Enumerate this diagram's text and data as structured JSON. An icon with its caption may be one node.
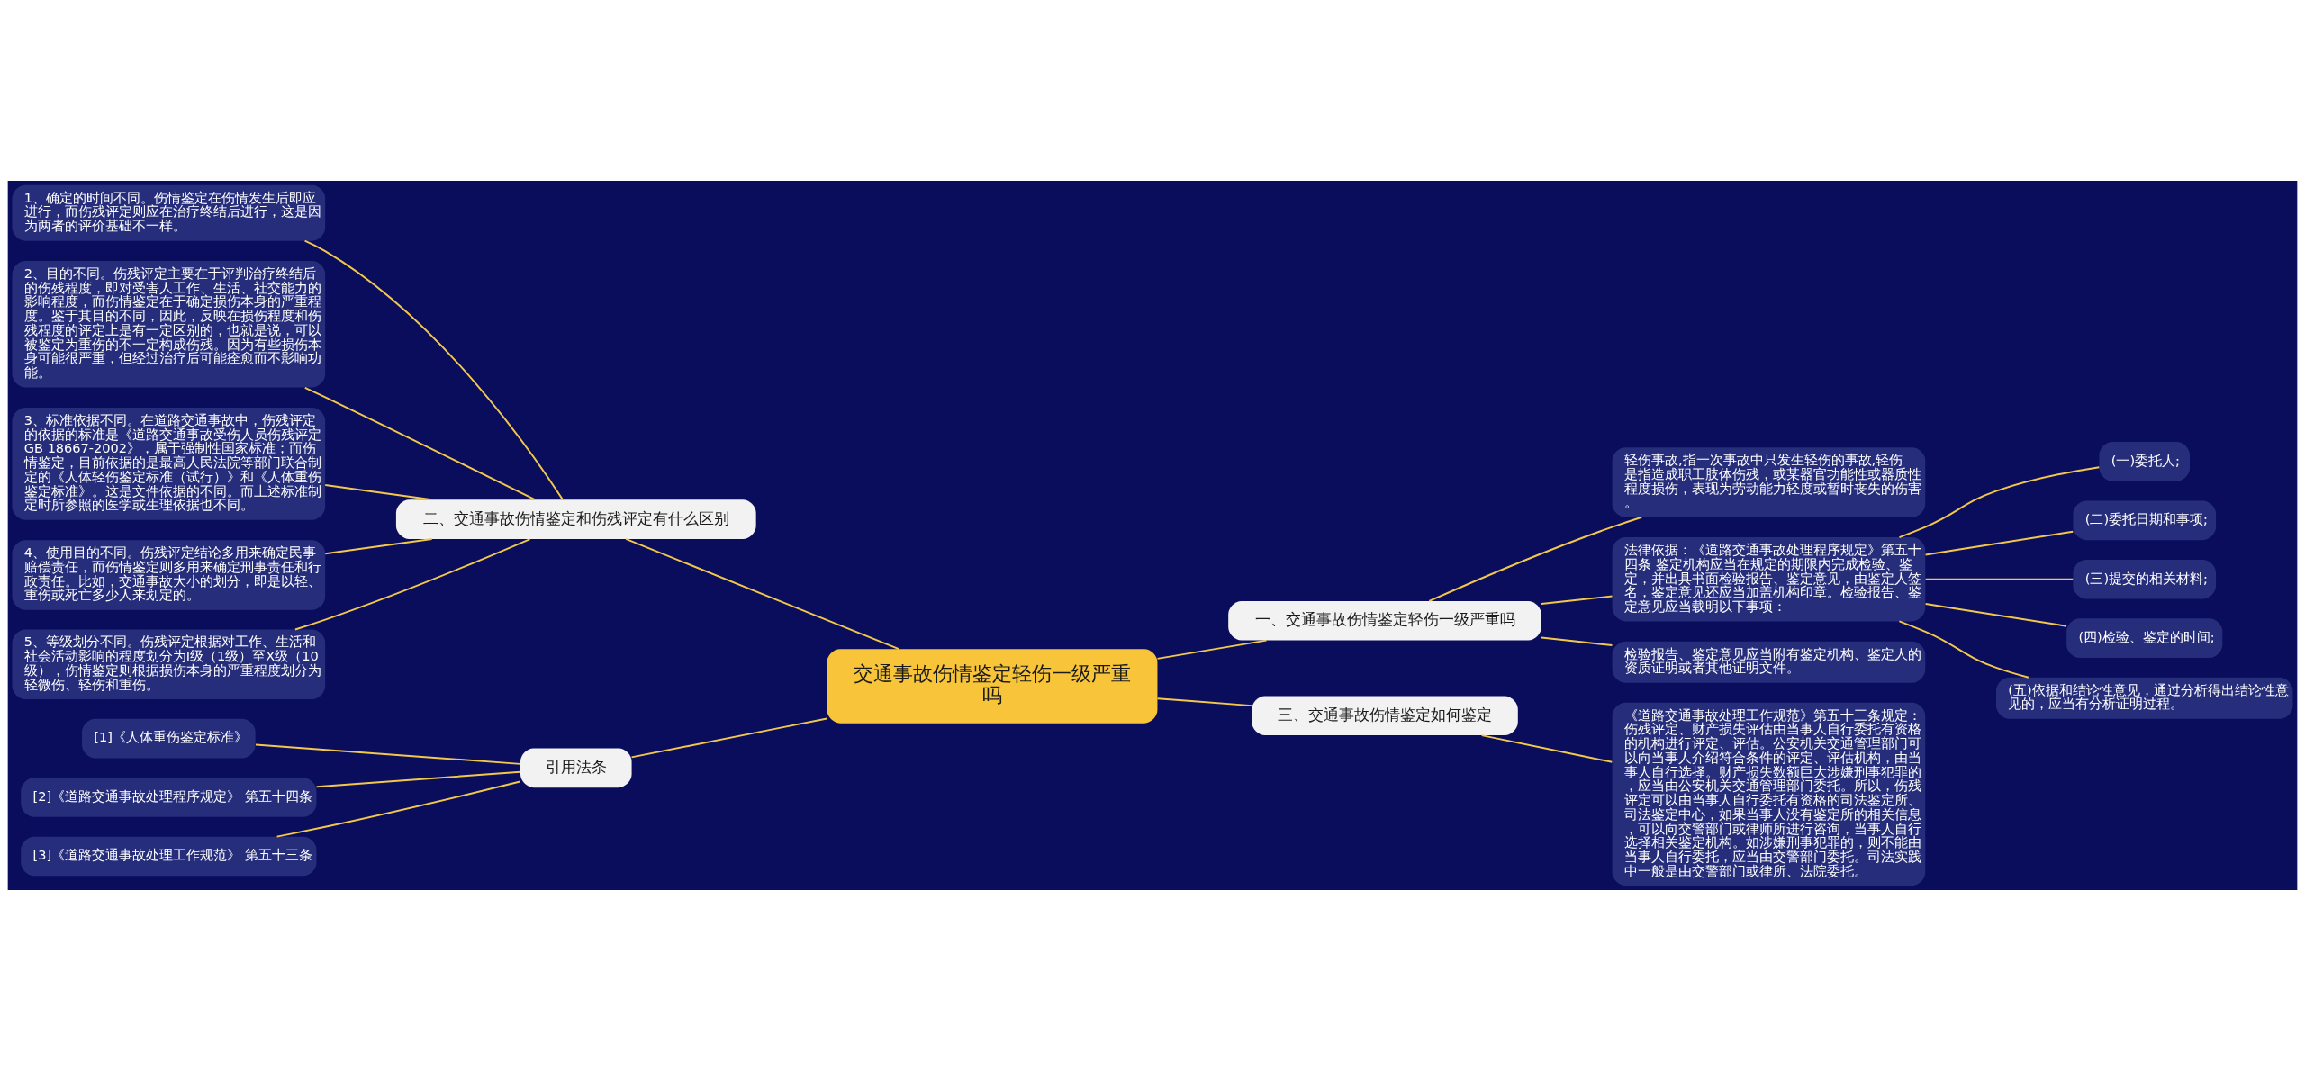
{
  "diagram": {
    "nodes": [
      {
        "text": [
          "交通事故伤情鉴定轻伤一级严重吗"
        ]
      },
      {
        "text": [
          "一、交通事故伤情鉴定轻伤一级严重吗"
        ]
      },
      {
        "text": [
          "轻伤事故,指一次事故中只发生轻伤的事故,轻伤是指造成职工肢体伤残，或某器官功能性或器质性程度损伤，表现为劳动能力轻度或暂时丧失的伤害。"
        ]
      },
      {
        "text": [
          "法律依据：《道路交通事故处理程序规定》第五十四条 鉴定机构应当在规定的期限内完成检验、鉴定，并出具书面检验报告、鉴定意见，由鉴定人签名，鉴定意见还应当加盖机构印章。检验报告、鉴定意见应当载明以下事项："
        ]
      },
      {
        "text": [
          "(一)委托人;"
        ]
      },
      {
        "text": [
          "(二)委托日期和事项;"
        ]
      },
      {
        "text": [
          "(三)提交的相关材料;"
        ]
      },
      {
        "text": [
          "(四)检验、鉴定的时间;"
        ]
      },
      {
        "text": [
          "(五)依据和结论性意见，通过分析得出结论性意见的，应当有分析证明过程。"
        ]
      },
      {
        "text": [
          "检验报告、鉴定意见应当附有鉴定机构、鉴定人的资质证明或者其他证明文件。"
        ]
      },
      {
        "text": [
          "二、交通事故伤情鉴定和伤残评定有什么区别"
        ]
      },
      {
        "text": [
          "1、确定的时间不同。伤情鉴定在伤情发生后即应进行，而伤残评定则应在治疗终结后进行，这是因为两者的评价基础不一样。"
        ]
      },
      {
        "text": [
          "2、目的不同。伤残评定主要在于评判治疗终结后的伤残程度，即对受害人工作、生活、社交能力的影响程度，而伤情鉴定在于确定损伤本身的严重程度。鉴于其目的不同，因此，反映在损伤程度和伤残程度的评定上是有一定区别的，也就是说，可以被鉴定为重伤的不一定构成伤残。因为有些损伤本身可能很严重，但经过治疗后可能痊愈而不影响功能。"
        ]
      },
      {
        "text": [
          "3、标准依据不同。在道路交通事故中，伤残评定的依据的标准是《道路交通事故受伤人员伤残评定GB 18667-2002》，属于强制性国家标准；而伤情鉴定，目前依据的是最高人民法院等部门联合制定的《人体轻伤鉴定标准（试行）》和《人体重伤鉴定标准》。这是文件依据的不同。而上述标准制定时所参照的医学或生理依据也不同。"
        ]
      },
      {
        "text": [
          "4、使用目的不同。伤残评定结论多用来确定民事赔偿责任，而伤情鉴定则多用来确定刑事责任和行政责任。比如，交通事故大小的划分，即是以轻、重伤或死亡多少人来划定的。"
        ]
      },
      {
        "text": [
          "5、等级划分不同。伤残评定根据对工作、生活和社会活动影响的程度划分为I级（1级）至X级（10级），伤情鉴定则根据损伤本身的严重程度划分为轻微伤、轻伤和重伤。"
        ]
      },
      {
        "text": [
          "三、交通事故伤情鉴定如何鉴定"
        ]
      },
      {
        "text": [
          "《道路交通事故处理工作规范》第五十三条规定：伤残评定、财产损失评估由当事人自行委托有资格的机构进行评定、评估。公安机关交通管理部门可以向当事人介绍符合条件的评定、评估机构，由当事人自行选择。财产损失数额巨大涉嫌刑事犯罪的，应当由公安机关交通管理部门委托。所以，伤残评定可以由当事人自行委托有资格的司法鉴定所、司法鉴定中心，如果当事人没有鉴定所的相关信息，可以向交警部门或律师所进行咨询，当事人自行选择相关鉴定机构。如涉嫌刑事犯罪的，则不能由当事人自行委托，应当由交警部门委托。司法实践中一般是由交警部门或律所、法院委托。"
        ]
      },
      {
        "text": [
          "引用法条"
        ]
      },
      {
        "text": [
          "[1]《人体重伤鉴定标准》"
        ]
      },
      {
        "text": [
          "[2]《道路交通事故处理程序规定》 第五十四条"
        ]
      },
      {
        "text": [
          "[3]《道路交通事故处理工作规范》 第五十三条"
        ]
      }
    ],
    "edges": [
      {
        "from": 0,
        "to": 1,
        "arrow": "none"
      },
      {
        "from": 1,
        "to": 2,
        "arrow": "none"
      },
      {
        "from": 1,
        "to": 3,
        "arrow": "none"
      },
      {
        "from": 3,
        "to": 4,
        "arrow": "none"
      },
      {
        "from": 3,
        "to": 5,
        "arrow": "none"
      },
      {
        "from": 3,
        "to": 6,
        "arrow": "none"
      },
      {
        "from": 3,
        "to": 7,
        "arrow": "none"
      },
      {
        "from": 3,
        "to": 8,
        "arrow": "none"
      },
      {
        "from": 1,
        "to": 9,
        "arrow": "none"
      },
      {
        "from": 0,
        "to": 10,
        "arrow": "none"
      },
      {
        "from": 10,
        "to": 11,
        "arrow": "none"
      },
      {
        "from": 10,
        "to": 12,
        "arrow": "none"
      },
      {
        "from": 10,
        "to": 13,
        "arrow": "none"
      },
      {
        "from": 10,
        "to": 14,
        "arrow": "none"
      },
      {
        "from": 10,
        "to": 15,
        "arrow": "none"
      },
      {
        "from": 0,
        "to": 16,
        "arrow": "none"
      },
      {
        "from": 16,
        "to": 17,
        "arrow": "none"
      },
      {
        "from": 0,
        "to": 18,
        "arrow": "none"
      },
      {
        "from": 18,
        "to": 19,
        "arrow": "none"
      },
      {
        "from": 18,
        "to": 20,
        "arrow": "none"
      },
      {
        "from": 18,
        "to": 21,
        "arrow": "none"
      }
    ]
  }
}
